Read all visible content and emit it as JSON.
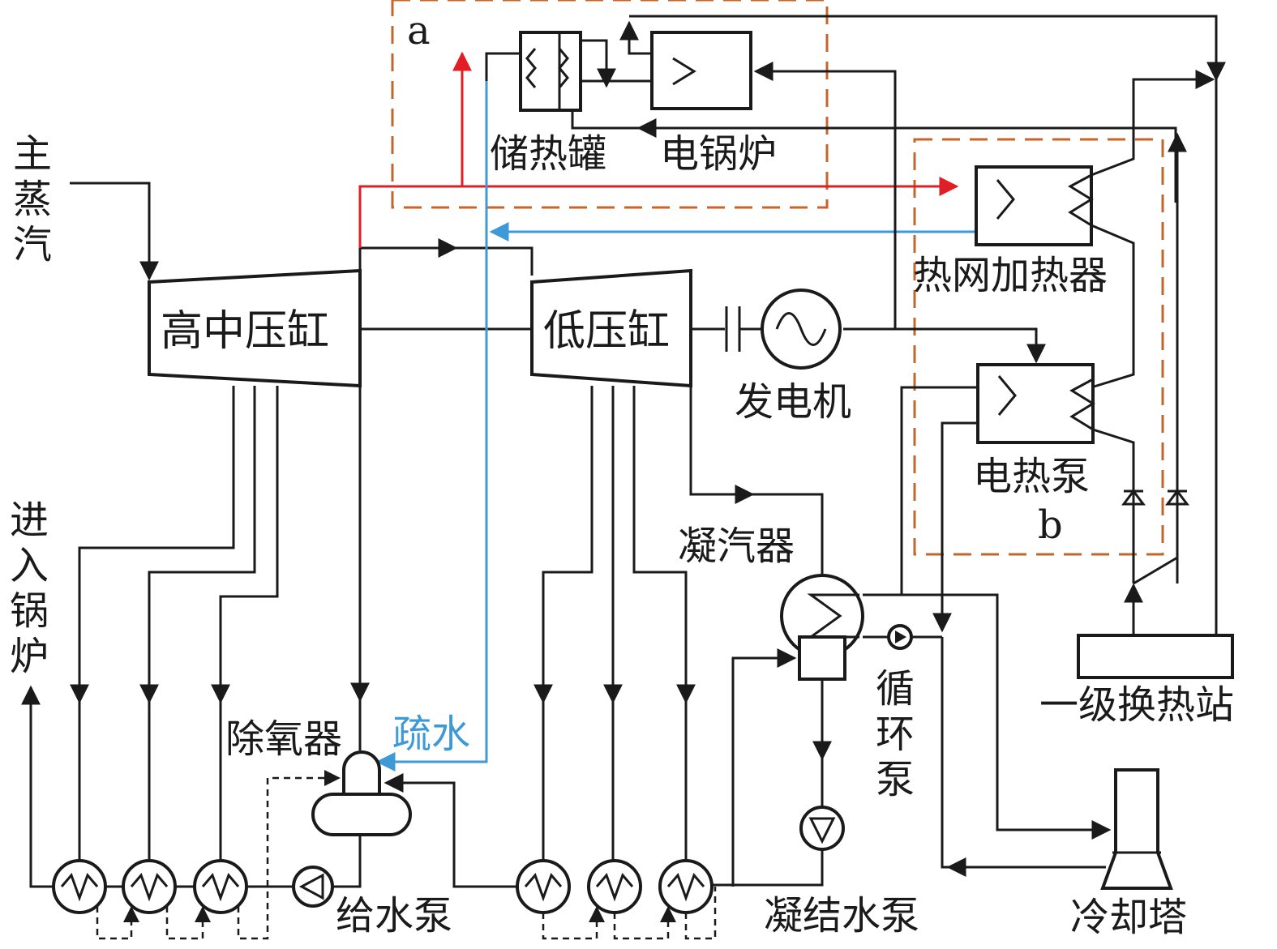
{
  "labels": {
    "main_steam": "主蒸汽",
    "to_boiler": "进入锅炉",
    "hip_cylinder": "高中压缸",
    "lp_cylinder": "低压缸",
    "generator": "发电机",
    "storage_tank": "储热罐",
    "electric_boiler": "电锅炉",
    "region_a": "a",
    "region_b": "b",
    "heat_net_heater": "热网加热器",
    "electric_heat_pump": "电热泵",
    "condenser": "凝汽器",
    "deaerator": "除氧器",
    "drain_water": "疏水",
    "feed_pump": "给水泵",
    "condensate_pump": "凝结水泵",
    "circulation_pump": "循环泵",
    "primary_station": "一级换热站",
    "cooling_tower": "冷却塔"
  },
  "colors": {
    "line": "#1a1a1a",
    "region_border": "#c8642a",
    "extraction_steam": "#e11d25",
    "drain_line": "#3d9ad6"
  }
}
